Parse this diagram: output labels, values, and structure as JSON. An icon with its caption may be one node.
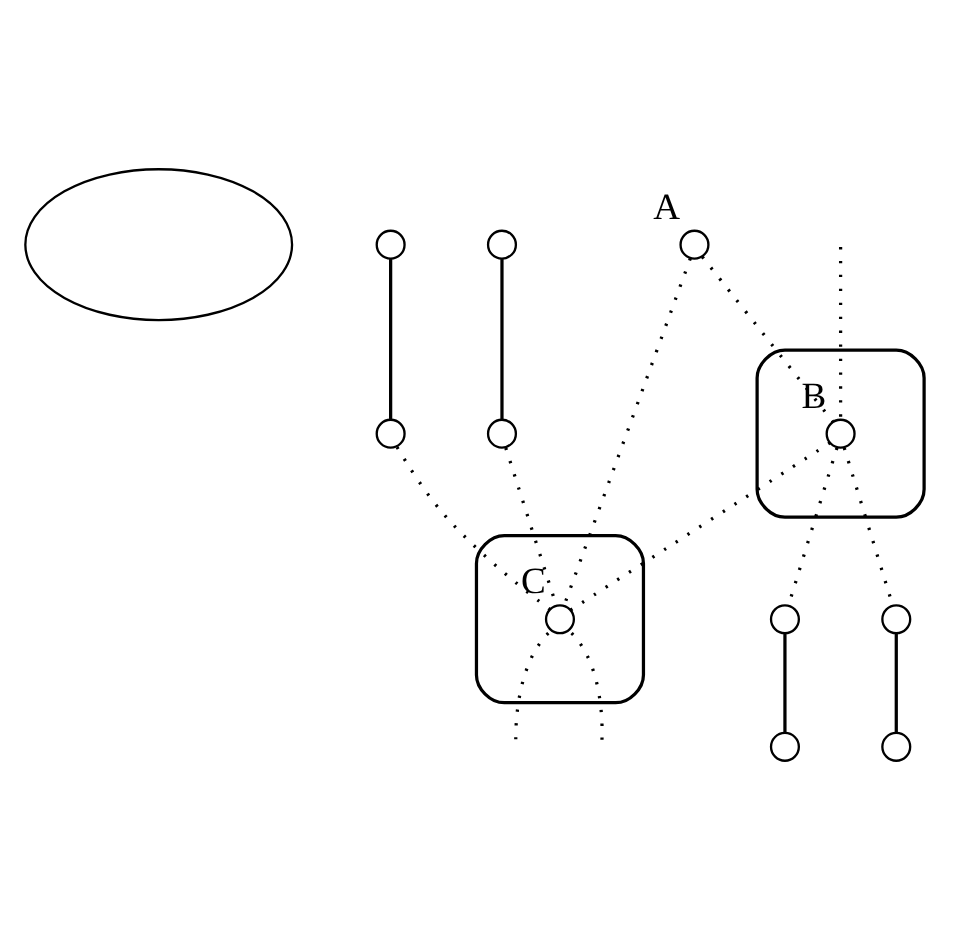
{
  "diagram": {
    "nodes": [
      {
        "text": [],
        "shape": "cloud"
      },
      {
        "text": [],
        "shape": "cloud"
      },
      {
        "text": [],
        "shape": "cloud"
      },
      {
        "text": [],
        "shape": "circle",
        "beside": [
          "A"
        ]
      },
      {
        "text": [],
        "shape": "circle",
        "beside": [
          "B"
        ],
        "in": 1
      },
      {
        "text": [],
        "shape": "circle"
      },
      {
        "text": [],
        "shape": "circle"
      },
      {
        "text": [],
        "shape": "circle"
      },
      {
        "text": [],
        "shape": "circle"
      },
      {
        "text": [],
        "shape": "circle"
      },
      {
        "text": [],
        "shape": "circle"
      },
      {
        "text": [],
        "shape": "circle"
      },
      {
        "text": [],
        "shape": "circle",
        "beside": [
          "C"
        ],
        "in": 2
      },
      {
        "text": [],
        "shape": "circle"
      }
    ],
    "edges": [
      {
        "from": 5,
        "to": 9,
        "arrow": "none"
      },
      {
        "from": 6,
        "to": 10,
        "arrow": "none"
      },
      {
        "from": 7,
        "to": 11,
        "arrow": "none"
      },
      {
        "from": 8,
        "to": 13,
        "arrow": "none"
      },
      {
        "from": 3,
        "to": 4,
        "arrow": "none",
        "style": "dashed"
      },
      {
        "from": 4,
        "to": 7,
        "arrow": "none",
        "style": "dashed"
      },
      {
        "from": 4,
        "to": 8,
        "arrow": "none",
        "style": "dashed"
      },
      {
        "from": null,
        "to": 4,
        "arrow": "none",
        "style": "dashed"
      },
      {
        "from": 4,
        "to": 12,
        "arrow": "none",
        "style": "dashed"
      },
      {
        "from": 3,
        "to": 12,
        "arrow": "none",
        "style": "dashed"
      },
      {
        "from": 9,
        "to": 12,
        "arrow": "none",
        "style": "dashed"
      },
      {
        "from": 10,
        "to": 12,
        "arrow": "none",
        "style": "dashed"
      },
      {
        "from": 12,
        "to": null,
        "arrow": "none",
        "style": "dashed"
      },
      {
        "from": 12,
        "to": null,
        "arrow": "none",
        "style": "dashed"
      }
    ]
  }
}
